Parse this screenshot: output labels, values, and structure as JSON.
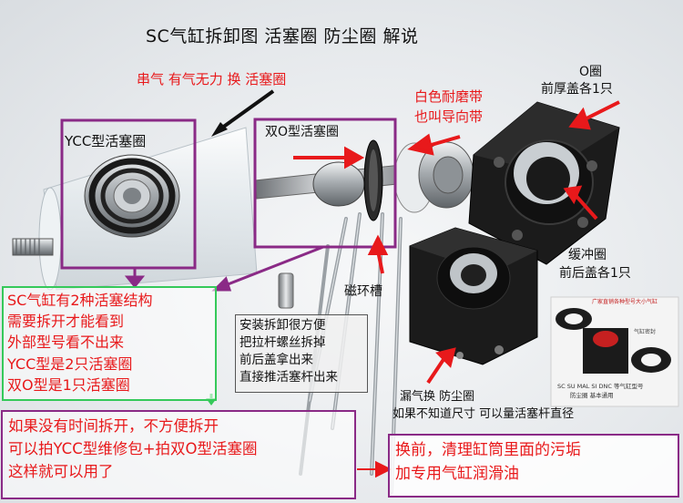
{
  "title": "SC气缸拆卸图 活塞圈 防尘圈 解说",
  "labels": {
    "leak_note": "串气 有气无力 换 活塞圈",
    "ycc_piston": "YCC型活塞圈",
    "double_o_piston": "双O型活塞圈",
    "guide_band_1": "白色耐磨带",
    "guide_band_2": "也叫导向带",
    "o_ring_1": "O圈",
    "o_ring_2": "前厚盖各1只",
    "buffer_ring_1": "缓冲圈",
    "buffer_ring_2": "前后盖各1只",
    "magnet_groove": "磁环槽",
    "dust_seal_1": "漏气换 防尘圈",
    "dust_seal_2": "如果不知道尺寸 可以量活塞杆直径"
  },
  "notes": {
    "structure": [
      "SC气缸有2种活塞结构",
      "需要拆开才能看到",
      "外部型号看不出来",
      "YCC型是2只活塞圈",
      "双O型是1只活塞圈"
    ],
    "install": [
      "安装拆卸很方便",
      "把拉杆螺丝拆掉",
      "前后盖拿出来",
      "直接推活塞杆出来"
    ],
    "no_time": [
      "如果没有时间拆开，不方便拆开",
      "可以拍YCC型维修包+拍双O型活塞圈",
      "这样就可以用了"
    ],
    "clean": [
      "换前，清理缸筒里面的污垢",
      "加专用气缸润滑油"
    ]
  },
  "kit_photo": {
    "top_label": "广家直销各种型号大小气缸",
    "bottom_1": "SC SU MAL SI DNC 等气缸型号",
    "bottom_2": "防尘圈  基本通用",
    "side_label": "气缸密封"
  },
  "colors": {
    "red_text": "#e8191b",
    "purple_box": "#8a2a86",
    "green_box": "#35c95a",
    "black_body": "#1b1b1b"
  }
}
